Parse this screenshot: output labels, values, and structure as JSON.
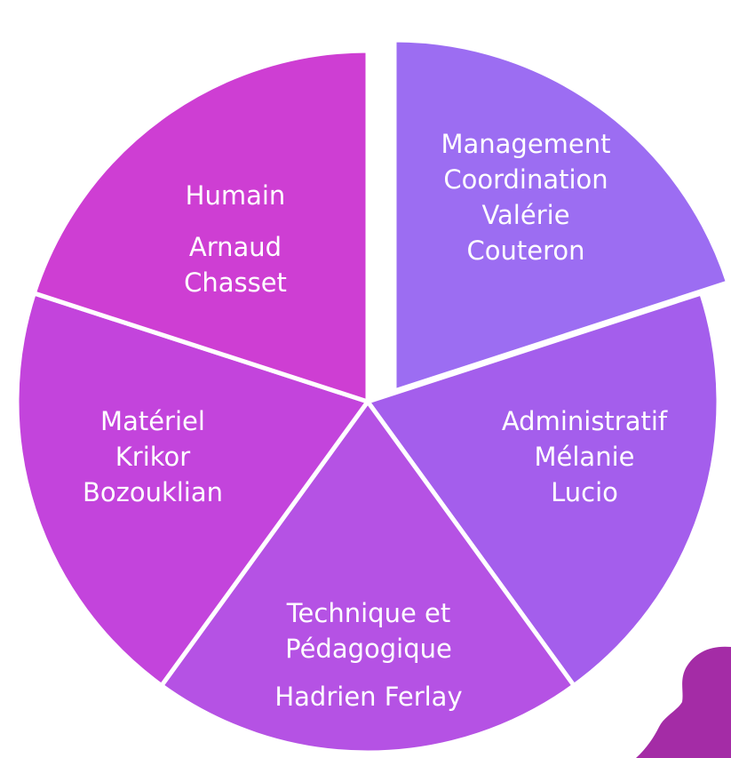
{
  "diagram": {
    "type": "exploded-pie-org-chart",
    "segment_colors": {
      "management": "#9C6DF2",
      "administratif": "#A45EEC",
      "technique": "#B552E4",
      "materiel": "#C344DC",
      "humain": "#CE3ED3"
    },
    "segments": [
      {
        "id": "management",
        "lines": [
          "Management",
          "Coordination",
          "Valérie",
          "Couteron"
        ],
        "exploded": true
      },
      {
        "id": "administratif",
        "lines": [
          "Administratif",
          "Mélanie",
          "Lucio"
        ],
        "exploded": false
      },
      {
        "id": "technique",
        "lines": [
          "Technique et",
          "Pédagogique",
          "Hadrien Ferlay"
        ],
        "exploded": false
      },
      {
        "id": "materiel",
        "lines": [
          "Matériel",
          "Krikor",
          "Bozouklian"
        ],
        "exploded": false
      },
      {
        "id": "humain",
        "lines": [
          "Humain",
          "Arnaud",
          "Chasset"
        ],
        "exploded": false
      }
    ],
    "decoration": {
      "name": "figurine-silhouette",
      "color": "#A42CA6"
    }
  }
}
